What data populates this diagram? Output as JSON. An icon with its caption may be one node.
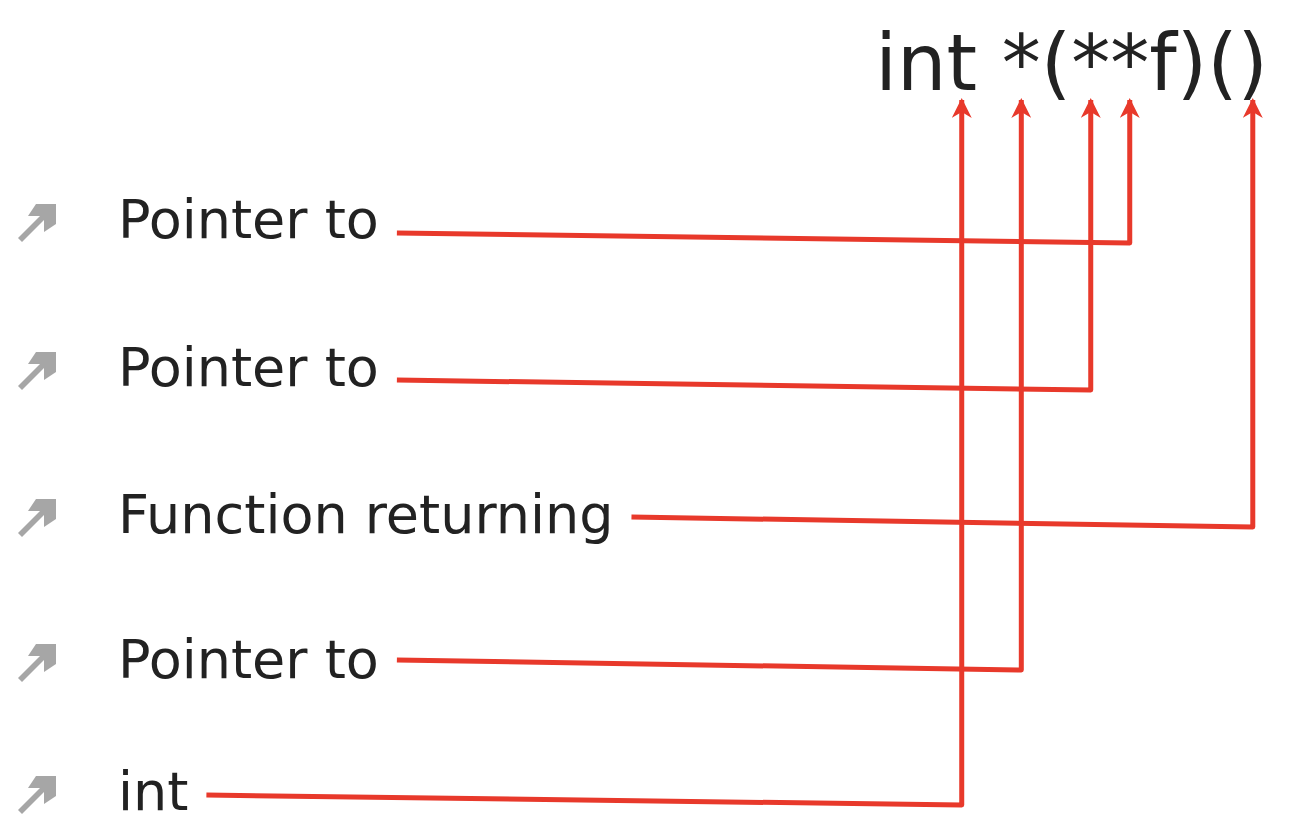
{
  "diagram": {
    "nodes": [
      {
        "text": [
          "int *(**f)()"
        ]
      },
      {
        "text": [
          "Pointer to"
        ]
      },
      {
        "text": [
          "Pointer to"
        ]
      },
      {
        "text": [
          "Function returning"
        ]
      },
      {
        "text": [
          "Pointer to"
        ]
      },
      {
        "text": [
          "int"
        ]
      }
    ],
    "edges": [
      {
        "from": 1,
        "to": 0,
        "arrow": "to"
      },
      {
        "from": 2,
        "to": 0,
        "arrow": "to"
      },
      {
        "from": 3,
        "to": 0,
        "arrow": "to"
      },
      {
        "from": 4,
        "to": 0,
        "arrow": "to"
      },
      {
        "from": 5,
        "to": 0,
        "arrow": "to"
      }
    ]
  }
}
